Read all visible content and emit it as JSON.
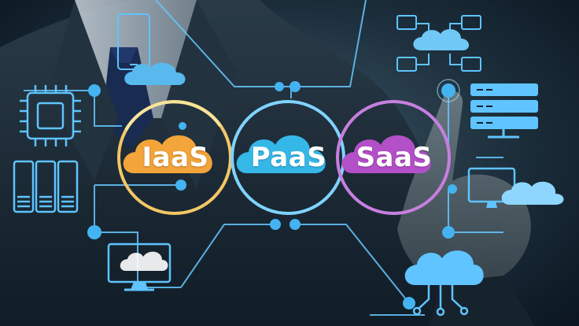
{
  "labels": {
    "iaas": "IaaS",
    "paas": "PaaS",
    "saas": "SaaS"
  },
  "colors": {
    "iaas_cloud": "#f3a43a",
    "paas_cloud": "#35b8e8",
    "saas_cloud": "#b34fc7",
    "line": "#66c8ff",
    "ring_iaas": "#f3c766",
    "ring_paas": "#7fd3ff",
    "ring_saas": "#c77fe0"
  },
  "icons": [
    "smartphone-cloud-icon",
    "network-cloud-icon",
    "chip-icon",
    "server-stack-icon",
    "database-columns-icon",
    "monitor-cloud-icon",
    "cloud-network-icon",
    "touch-hand"
  ]
}
